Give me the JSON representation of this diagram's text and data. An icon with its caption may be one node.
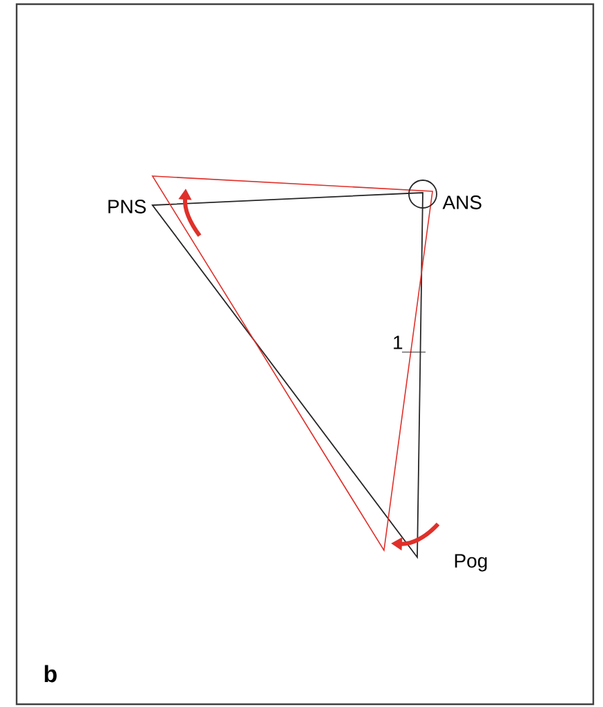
{
  "diagram": {
    "labels": [
      "PNS",
      "ANS",
      "1",
      "Pog",
      "b"
    ]
  }
}
